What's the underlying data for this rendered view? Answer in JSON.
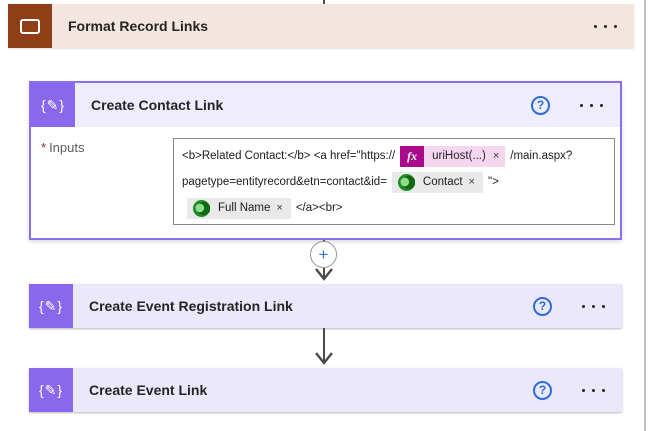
{
  "scope": {
    "title": "Format Record Links"
  },
  "cards": {
    "contact": {
      "title": "Create Contact Link",
      "inputs_label": "Inputs",
      "required_mark": "*"
    },
    "event_registration": {
      "title": "Create Event Registration Link"
    },
    "event": {
      "title": "Create Event Link"
    }
  },
  "inputs_value": {
    "line1_pre": "<b>Related Contact:</b> <a href=\"https://",
    "line1_post": "/main.aspx?",
    "line2_pre": "pagetype=entityrecord&etn=contact&id=",
    "line2_post": "\">",
    "line3_post": "</a><br>"
  },
  "tokens": {
    "urihost": {
      "badge": "fx",
      "label": "uriHost(...)",
      "close": "×"
    },
    "contact": {
      "label": "Contact",
      "close": "×",
      "icon": "dataverse-icon"
    },
    "full_name": {
      "label": "Full Name",
      "close": "×",
      "icon": "dataverse-icon"
    }
  },
  "icons": {
    "scope": "scope-container-icon",
    "compose_glyph": "{✎}",
    "help_glyph": "?",
    "more": "more-menu-ellipsis",
    "plus_glyph": "+"
  },
  "colors": {
    "scope_icon": "#8f3e18",
    "scope_bg": "#f2e6de",
    "action_icon_purple": "#8968ec",
    "selected_border": "#8a6fef",
    "card_header_bg": "#efecfd",
    "help_blue": "#2b6cd9",
    "fx_badge_bg": "#aa0a8c",
    "fx_pill_bg": "#f4d6ee",
    "token_pill_bg": "#e9e9e9",
    "dataverse_green_dark": "#0e6a14",
    "dataverse_green_mid": "#1f8a28",
    "dataverse_green_light": "#8fdc8a",
    "required_red": "#a4262c",
    "arrow_gray": "#4a4a4a"
  }
}
